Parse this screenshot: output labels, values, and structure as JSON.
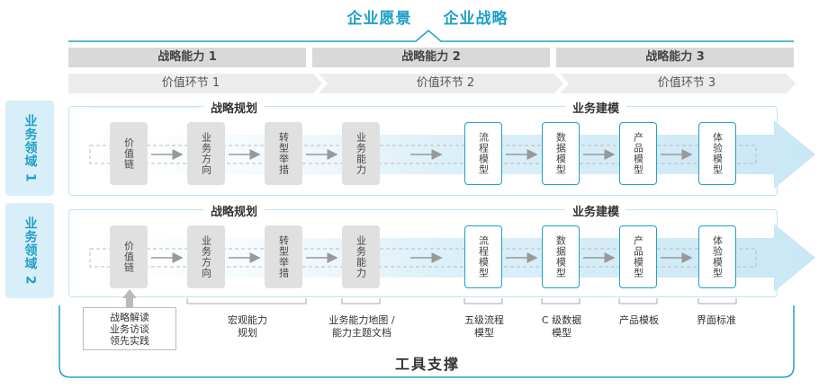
{
  "header": {
    "vision": "企业愿景",
    "strategy": "企业战略"
  },
  "capabilities": [
    "战略能力 1",
    "战略能力 2",
    "战略能力 3"
  ],
  "value_chains": [
    "价值环节 1",
    "价值环节 2",
    "价值环节 3"
  ],
  "domains": [
    {
      "label": "业务领域 1"
    },
    {
      "label": "业务领域 2"
    }
  ],
  "sections": {
    "planning": "战略规划",
    "modeling": "业务建模"
  },
  "steps": [
    "价值链",
    "业务方向",
    "转型举措",
    "业务能力",
    "流程模型",
    "数据模型",
    "产品模型",
    "体验模型"
  ],
  "inputs": [
    "战略解读",
    "业务访谈",
    "领先实践"
  ],
  "tools": [
    "宏观能力\n规划",
    "业务能力地图 /\n能力主题文档",
    "五级流程\n模型",
    "C 级数据\n模型",
    "产品模板",
    "界面标准"
  ],
  "footer": "工具支撑",
  "colors": {
    "accent": "#1fa0c8",
    "light_blue": "#d8eef8",
    "grey": "#e0e0e0"
  }
}
